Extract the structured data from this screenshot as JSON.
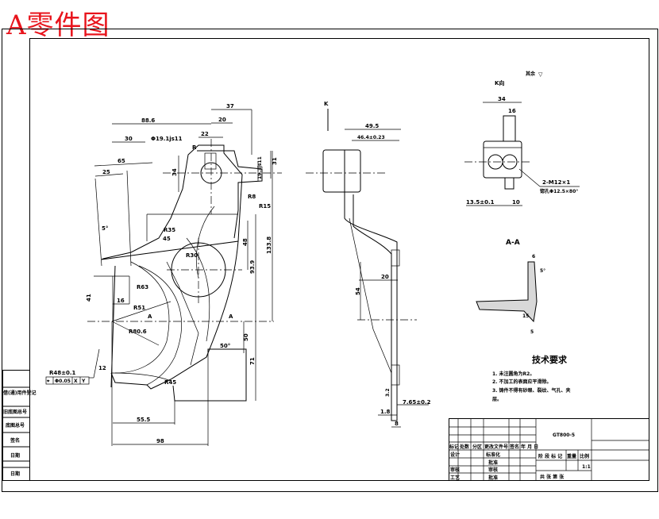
{
  "title": "A零件图",
  "view_labels": {
    "k_arrow": "K",
    "k_view": "K向",
    "section": "A-A",
    "section_mark": "A",
    "roughness_note": "其余"
  },
  "front_view_dims": [
    "88.6",
    "37",
    "20",
    "22",
    "30",
    "Φ19.1js11",
    "R",
    "65",
    "25",
    "34",
    "31",
    "19.3js11",
    "R8",
    "5°",
    "R35",
    "45",
    "48",
    "133.8",
    "93.9",
    "R30",
    "R63",
    "R51",
    "R80.6",
    "41",
    "16",
    "50",
    "50°",
    "71",
    "R45",
    "R15",
    "55.5",
    "98",
    "R48±0.1",
    "12"
  ],
  "side_view_dims": [
    "49.5",
    "46.4±0.23",
    "20",
    "54",
    "7.65±0.2",
    "1.8",
    "8",
    "3.2"
  ],
  "k_view_dims": [
    "34",
    "16",
    "2-M12×1",
    "锪孔Φ12.5×80°",
    "13.5±0.1",
    "10"
  ],
  "section_dims": [
    "6",
    "5°",
    "15",
    "5"
  ],
  "tolerance_frame": [
    "⌖",
    "Φ0.05",
    "X",
    "Y"
  ],
  "tech_requirements": {
    "heading": "技术要求",
    "items": [
      "1. 未注圆角为R2。",
      "2. 不加工的表面应平滑除。",
      "3. 铸件不得有砂眼、裂纹、气孔、夹",
      "层。"
    ]
  },
  "title_block": {
    "drawing_no": "GT800-5",
    "rev_header": [
      "标记",
      "处数",
      "分区",
      "更改文件号",
      "签名",
      "年 月 日"
    ],
    "roles_left": [
      "设计",
      "",
      "审核",
      "工艺"
    ],
    "roles_right": [
      "标准化",
      "批准",
      "审核",
      "批准"
    ],
    "stage_header": [
      "阶 段 标 记",
      "重量",
      "比例"
    ],
    "scale": "1:1",
    "sheet": "共  张  第  张"
  },
  "side_strip": [
    "借(通)用件登记",
    "旧底图总号",
    "底图总号",
    "签名",
    "日期",
    "日期"
  ]
}
